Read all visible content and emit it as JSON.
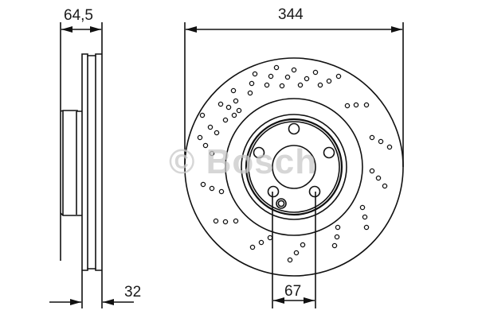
{
  "drawing": {
    "title": "Brake disc technical drawing",
    "watermark": "© Bosch",
    "line_color": "#111111",
    "watermark_color": "#c9c9c9"
  },
  "dimensions": {
    "outer_diameter": "344",
    "total_height": "64,5",
    "thickness": "32",
    "center_bore": "67"
  },
  "views": {
    "side": "side-profile-view",
    "front": "front-face-view"
  },
  "features": {
    "bolt_holes": 5,
    "drill_hole_groups": 12,
    "locating_hole": 1
  }
}
